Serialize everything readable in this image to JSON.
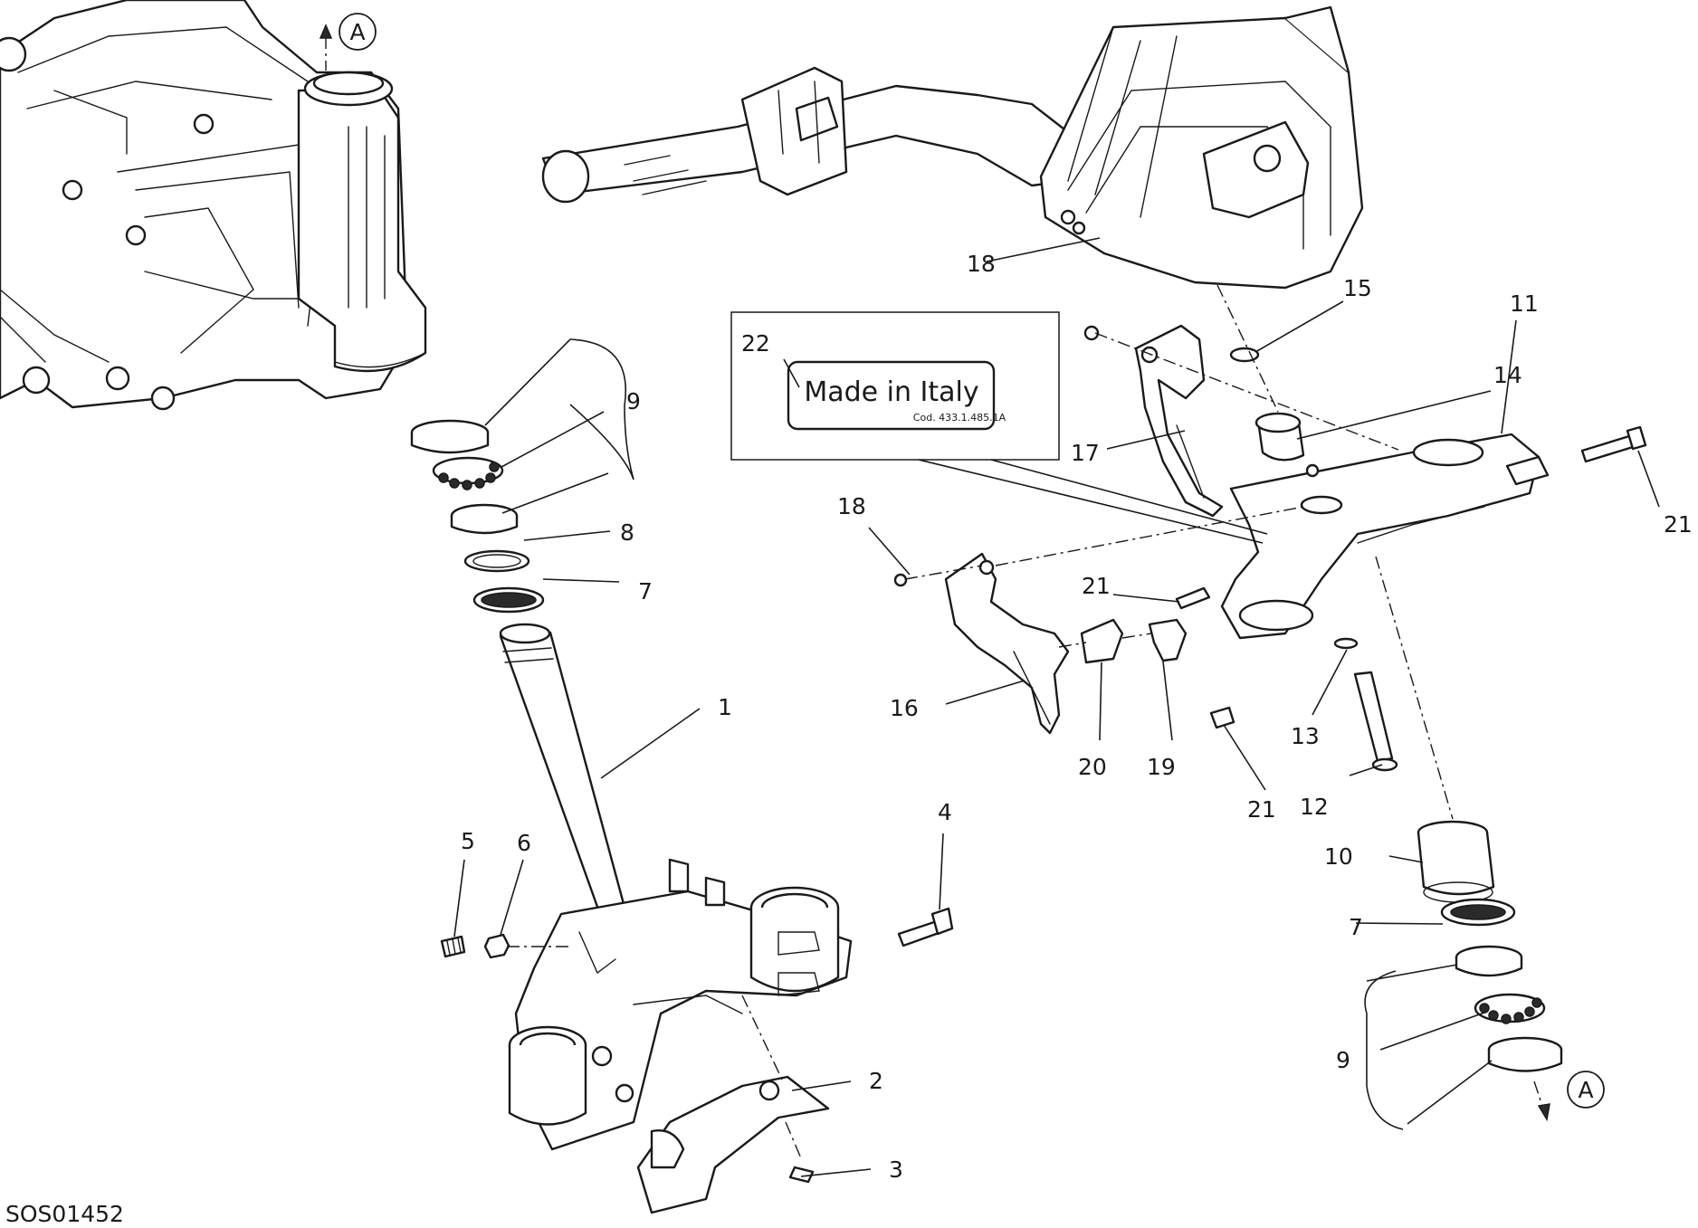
{
  "diagram": {
    "drawing_code": "SOS01452",
    "reference_marker": "A",
    "label_sticker": {
      "text": "Made in Italy",
      "code": "Cod. 433.1.485.1A"
    },
    "callouts": [
      "1",
      "2",
      "3",
      "4",
      "5",
      "6",
      "7",
      "7",
      "8",
      "9",
      "9",
      "10",
      "11",
      "12",
      "13",
      "14",
      "15",
      "16",
      "17",
      "18",
      "18",
      "19",
      "20",
      "21",
      "21",
      "21",
      "22"
    ]
  }
}
